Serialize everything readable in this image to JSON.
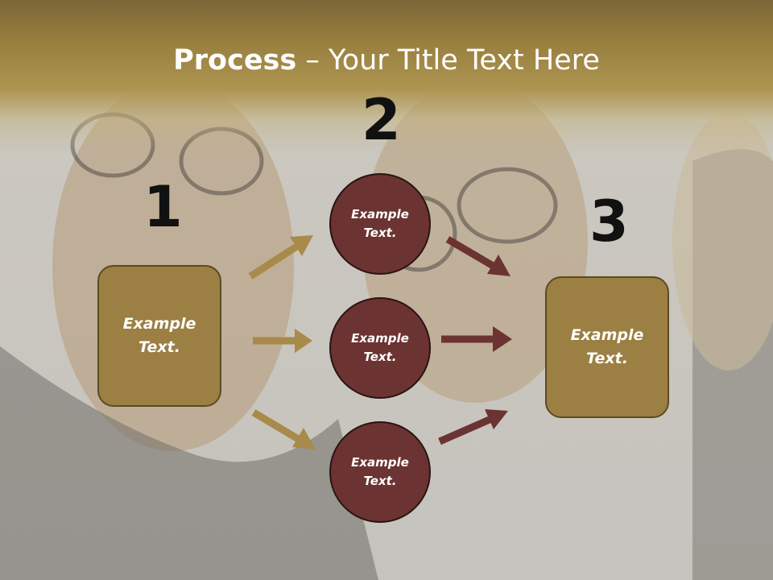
{
  "title": {
    "bold": "Process",
    "rest": " – Your Title Text Here"
  },
  "steps": [
    {
      "number": "1"
    },
    {
      "number": "2"
    },
    {
      "number": "3"
    }
  ],
  "box_left": {
    "text": "Example\nText."
  },
  "box_right": {
    "text": "Example\nText."
  },
  "circles": [
    {
      "text": "Example\nText."
    },
    {
      "text": "Example\nText."
    },
    {
      "text": "Example\nText."
    }
  ],
  "colors": {
    "title_band": "#9a8140",
    "box_fill": "#9b7f43",
    "circle_fill": "#6b3332",
    "arrow_gold": "#a88a4a",
    "arrow_maroon": "#6b3332"
  }
}
